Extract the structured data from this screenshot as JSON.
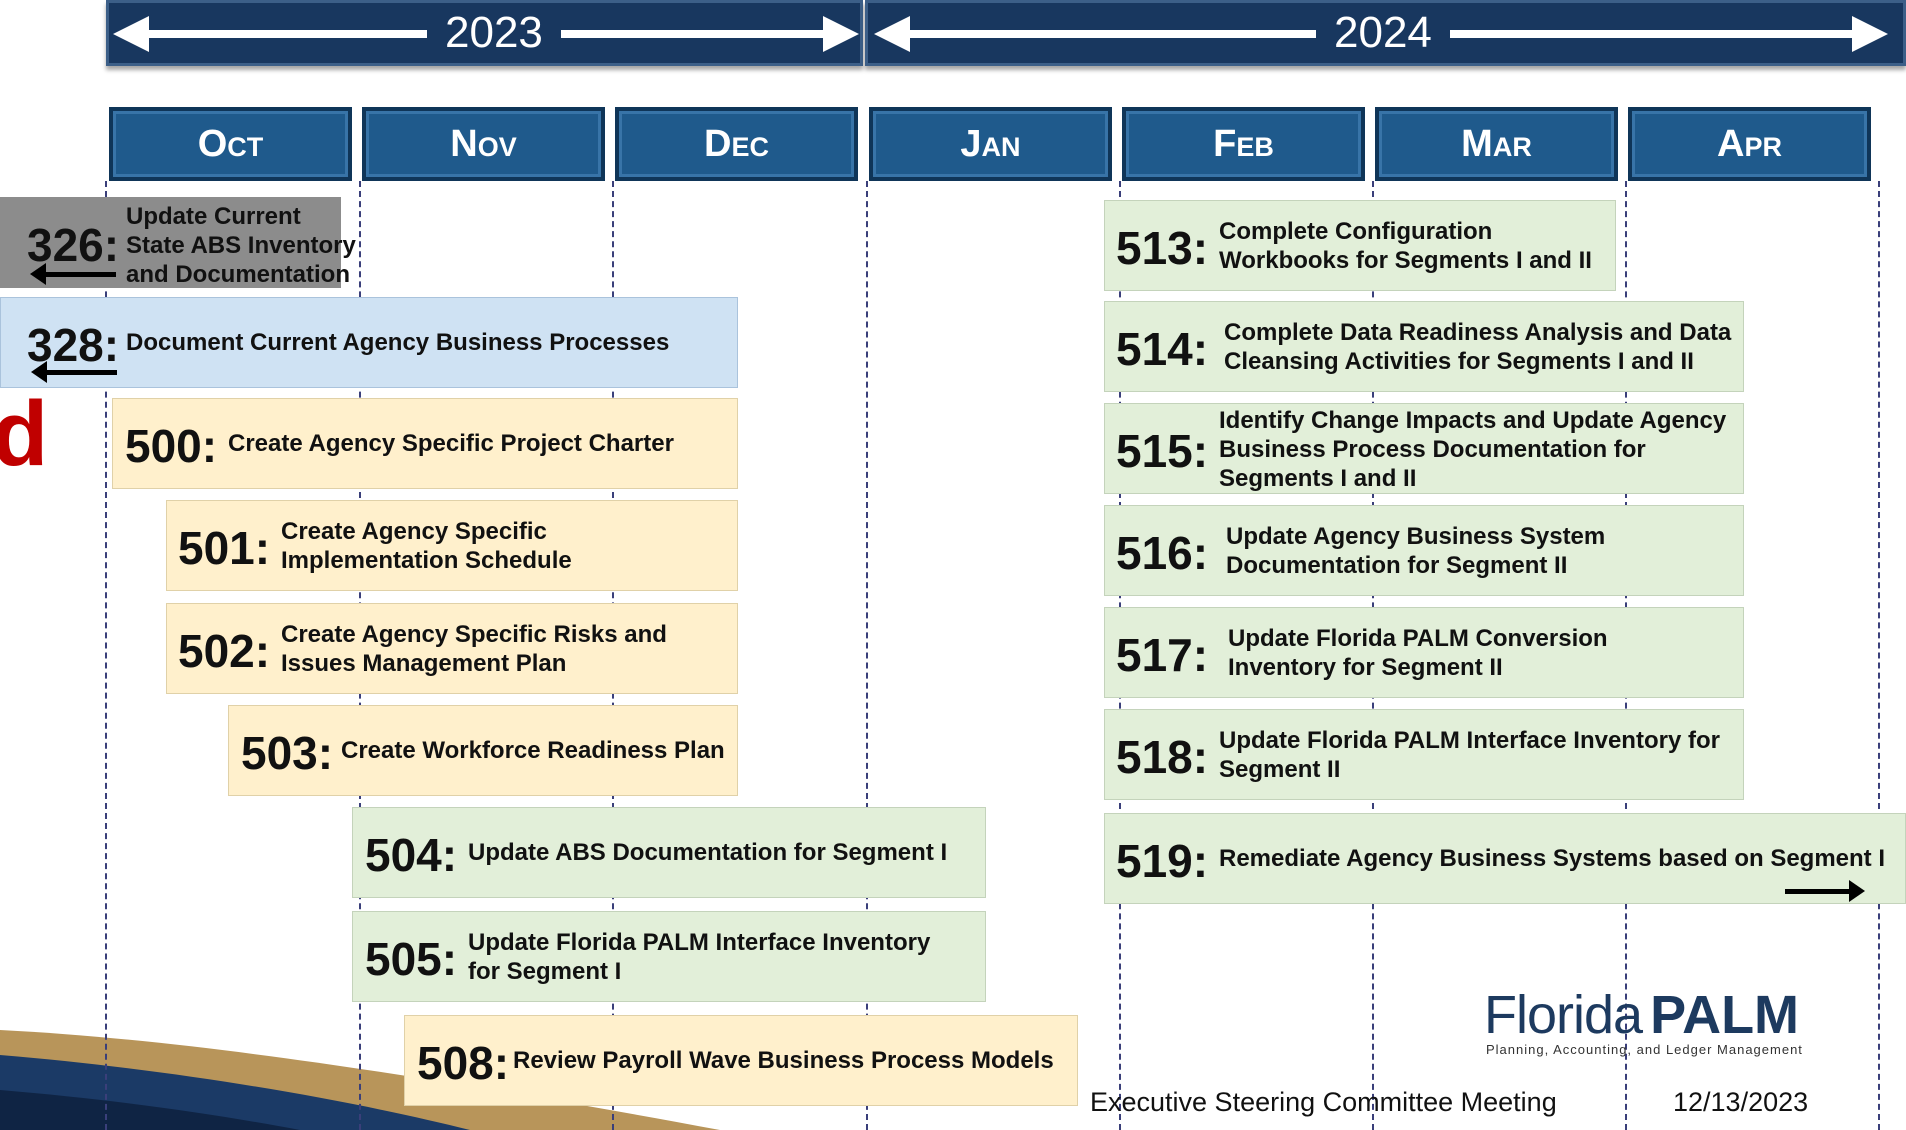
{
  "years": [
    "2023",
    "2024"
  ],
  "months": [
    "Oct",
    "Nov",
    "Dec",
    "Jan",
    "Feb",
    "Mar",
    "Apr"
  ],
  "left_fragment": "d",
  "tasks": {
    "t326": {
      "num": "326:",
      "desc": "Update Current State ABS Inventory and Documentation"
    },
    "t328": {
      "num": "328:",
      "desc": "Document Current Agency Business Processes"
    },
    "t500": {
      "num": "500:",
      "desc": "Create Agency Specific Project Charter"
    },
    "t501": {
      "num": "501:",
      "desc": "Create Agency Specific Implementation Schedule"
    },
    "t502": {
      "num": "502:",
      "desc": "Create Agency Specific Risks and Issues Management Plan"
    },
    "t503": {
      "num": "503:",
      "desc": "Create Workforce Readiness Plan"
    },
    "t504": {
      "num": "504:",
      "desc": "Update ABS Documentation for Segment I"
    },
    "t505": {
      "num": "505:",
      "desc": "Update Florida PALM Interface Inventory for Segment I"
    },
    "t508": {
      "num": "508:",
      "desc": "Review Payroll Wave Business Process Models"
    },
    "t513": {
      "num": "513:",
      "desc": "Complete Configuration Workbooks for Segments I and II"
    },
    "t514": {
      "num": "514:",
      "desc": "Complete Data Readiness Analysis and Data Cleansing Activities for Segments I and II"
    },
    "t515": {
      "num": "515:",
      "desc": "Identify Change Impacts and Update Agency Business Process Documentation for Segments I and II"
    },
    "t516": {
      "num": "516:",
      "desc": "Update Agency Business System Documentation for Segment II"
    },
    "t517": {
      "num": "517:",
      "desc": "Update Florida PALM Conversion Inventory for Segment II"
    },
    "t518": {
      "num": "518:",
      "desc": "Update Florida PALM Interface Inventory for Segment II"
    },
    "t519": {
      "num": "519:",
      "desc": "Remediate Agency Business Systems based on Segment I"
    }
  },
  "logo": {
    "brand_a": "Florida",
    "brand_b": "PALM",
    "tagline": "Planning, Accounting, and Ledger Management"
  },
  "footer": {
    "meeting": "Executive Steering Committee Meeting",
    "date": "12/13/2023"
  },
  "colors": {
    "header_navy": "#18375f",
    "month_blue": "#1f5a8c",
    "yellow": "#fff0cc",
    "green": "#e2efd9",
    "blue": "#cfe2f3",
    "gray": "#8c8c8c",
    "accent_red": "#c00000"
  }
}
